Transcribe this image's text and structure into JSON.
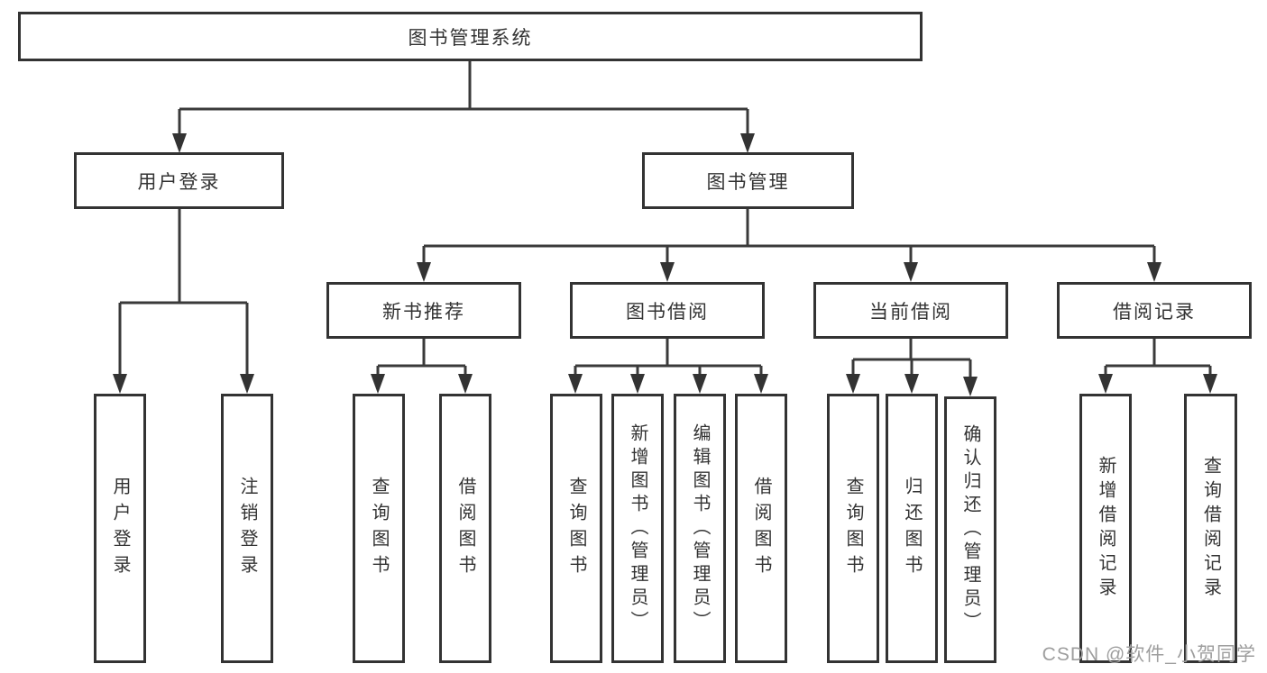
{
  "diagram": {
    "root": "图书管理系统",
    "l2": [
      "用户登录",
      "图书管理"
    ],
    "l3": [
      "新书推荐",
      "图书借阅",
      "当前借阅",
      "借阅记录"
    ],
    "leaves": {
      "user_login": [
        "用户登录",
        "注销登录"
      ],
      "new_books": [
        "查询图书",
        "借阅图书"
      ],
      "book_borrow": [
        "查询图书",
        "新增图书（管理员）",
        "编辑图书（管理员）",
        "借阅图书"
      ],
      "current_borrow": [
        "查询图书",
        "归还图书",
        "确认归还（管理员）"
      ],
      "borrow_records": [
        "新增借阅记录",
        "查询借阅记录"
      ]
    }
  },
  "watermark": "CSDN @软件_小贺同学",
  "colors": {
    "line": "#3a3a3a",
    "border": "#333333",
    "text": "#333333",
    "watermark": "#9e9e9e",
    "background": "#ffffff"
  }
}
